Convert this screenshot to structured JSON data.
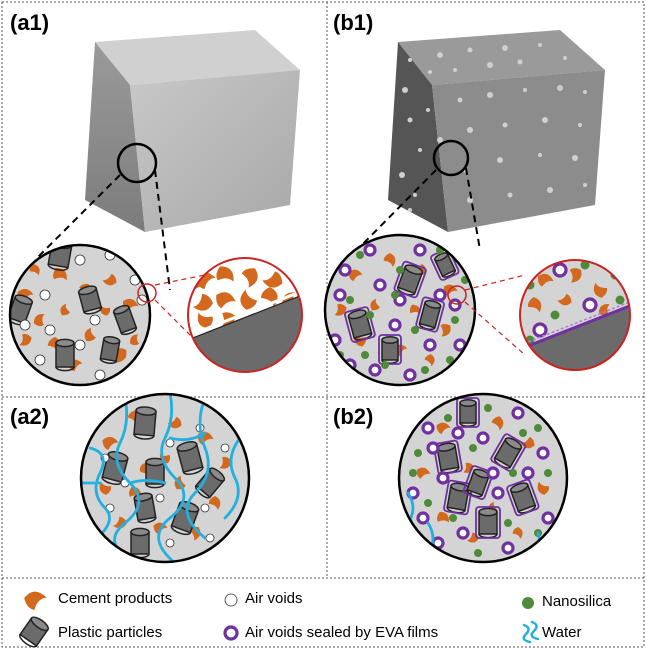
{
  "panels": {
    "a1": "(a1)",
    "b1": "(b1)",
    "a2": "(a2)",
    "b2": "(b2)"
  },
  "legend": {
    "cement": "Cement products",
    "air_voids": "Air voids",
    "nanosilica": "Nanosilica",
    "plastic": "Plastic particles",
    "sealed_voids": "Air voids sealed by EVA films",
    "water": "Water"
  },
  "colors": {
    "cement": "#d2691e",
    "plastic": "#6b6b6b",
    "nanosilica": "#4e8a3a",
    "eva": "#7030a0",
    "water": "#22b0e0",
    "matrix": "#d4d4d4",
    "zoom_ring": "#cc2222"
  }
}
